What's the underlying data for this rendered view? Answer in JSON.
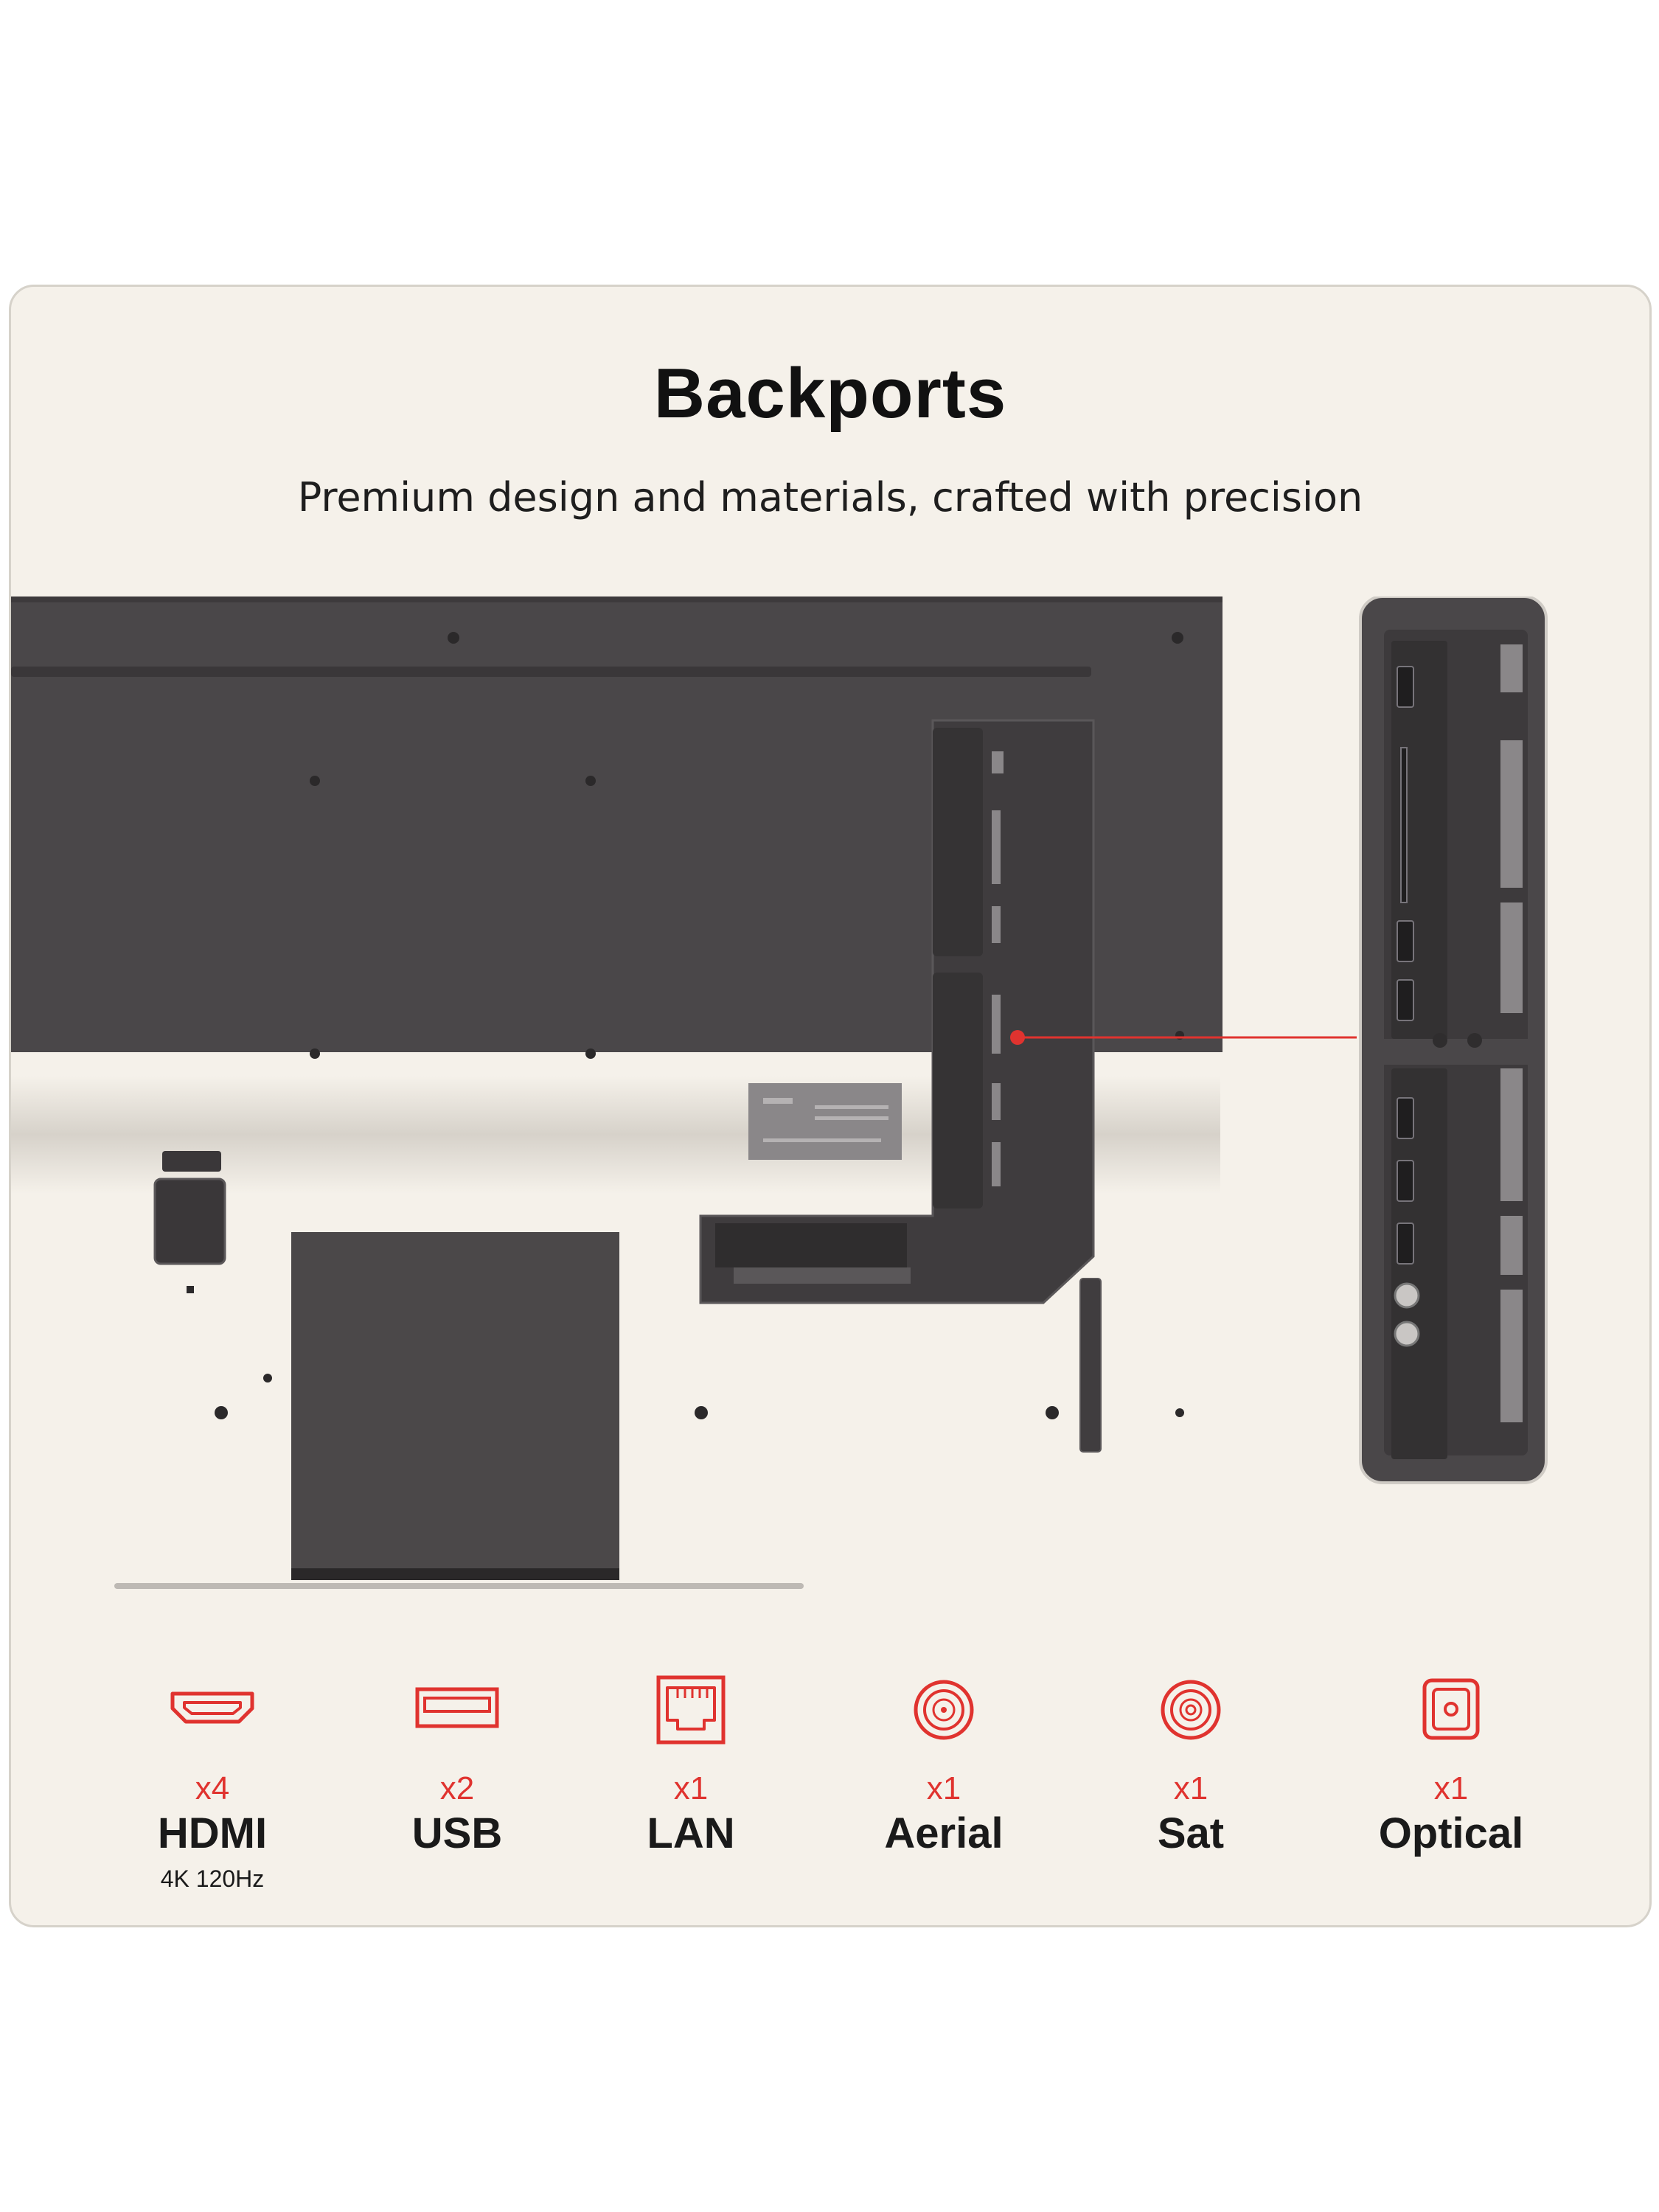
{
  "header": {
    "title": "Backports",
    "subtitle": "Premium design and materials, crafted with precision"
  },
  "colors": {
    "card_bg": "#f5f1ea",
    "tv_body": "#4a4749",
    "accent_red": "#e0332f",
    "text_dark": "#1a1a1a"
  },
  "features": [
    {
      "icon": "hdmi-icon",
      "count": "x4",
      "name": "HDMI",
      "sub": "4K 120Hz"
    },
    {
      "icon": "usb-icon",
      "count": "x2",
      "name": "USB",
      "sub": ""
    },
    {
      "icon": "lan-icon",
      "count": "x1",
      "name": "LAN",
      "sub": ""
    },
    {
      "icon": "aerial-icon",
      "count": "x1",
      "name": "Aerial",
      "sub": ""
    },
    {
      "icon": "sat-icon",
      "count": "x1",
      "name": "Sat",
      "sub": ""
    },
    {
      "icon": "optical-icon",
      "count": "x1",
      "name": "Optical",
      "sub": ""
    }
  ]
}
